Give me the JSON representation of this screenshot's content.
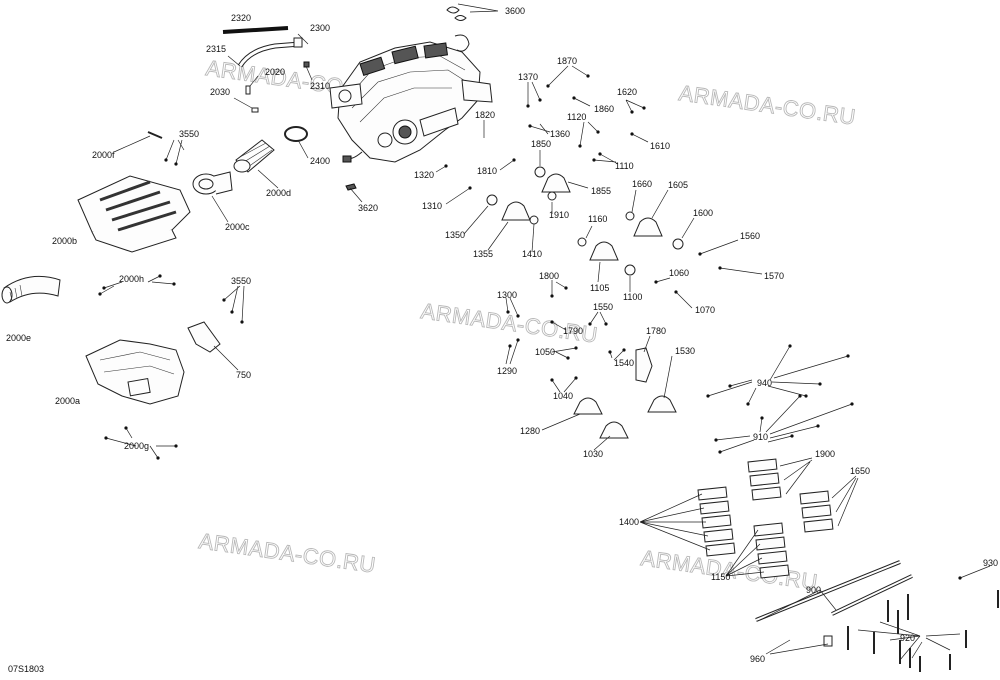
{
  "drawing_ref": "07S1803",
  "watermark": "ARMADA-CO.RU",
  "callouts": {
    "c2320": "2320",
    "c2300": "2300",
    "c3600": "3600",
    "c2315": "2315",
    "c2020": "2020",
    "c2310": "2310",
    "c2030": "2030",
    "c3550a": "3550",
    "c2000f": "2000f",
    "c2400": "2400",
    "c2000d": "2000d",
    "c3620": "3620",
    "c2000c": "2000c",
    "c2000b": "2000b",
    "c2000h": "2000h",
    "c3550b": "3550",
    "c2000e": "2000e",
    "c750": "750",
    "c2000a": "2000a",
    "c2000g": "2000g",
    "c1870": "1870",
    "c1370": "1370",
    "c1860": "1860",
    "c1620": "1620",
    "c1820": "1820",
    "c1120": "1120",
    "c1360": "1360",
    "c1610": "1610",
    "c1850": "1850",
    "c1110": "1110",
    "c1320": "1320",
    "c1810": "1810",
    "c1855": "1855",
    "c1310": "1310",
    "c1660": "1660",
    "c1605": "1605",
    "c1910": "1910",
    "c1600": "1600",
    "c1160": "1160",
    "c1350": "1350",
    "c1355": "1355",
    "c1410": "1410",
    "c1560": "1560",
    "c1060": "1060",
    "c1570": "1570",
    "c1105": "1105",
    "c1100": "1100",
    "c1800": "1800",
    "c1300": "1300",
    "c1070": "1070",
    "c1550": "1550",
    "c1790": "1790",
    "c1780": "1780",
    "c1050": "1050",
    "c1530": "1530",
    "c1540": "1540",
    "c1290": "1290",
    "c1040": "1040",
    "c940": "940",
    "c1280": "1280",
    "c910": "910",
    "c1030": "1030",
    "c1900": "1900",
    "c1650": "1650",
    "c1400": "1400",
    "c930": "930",
    "c1150": "1150",
    "c900": "900",
    "c920": "920",
    "c960": "960"
  }
}
